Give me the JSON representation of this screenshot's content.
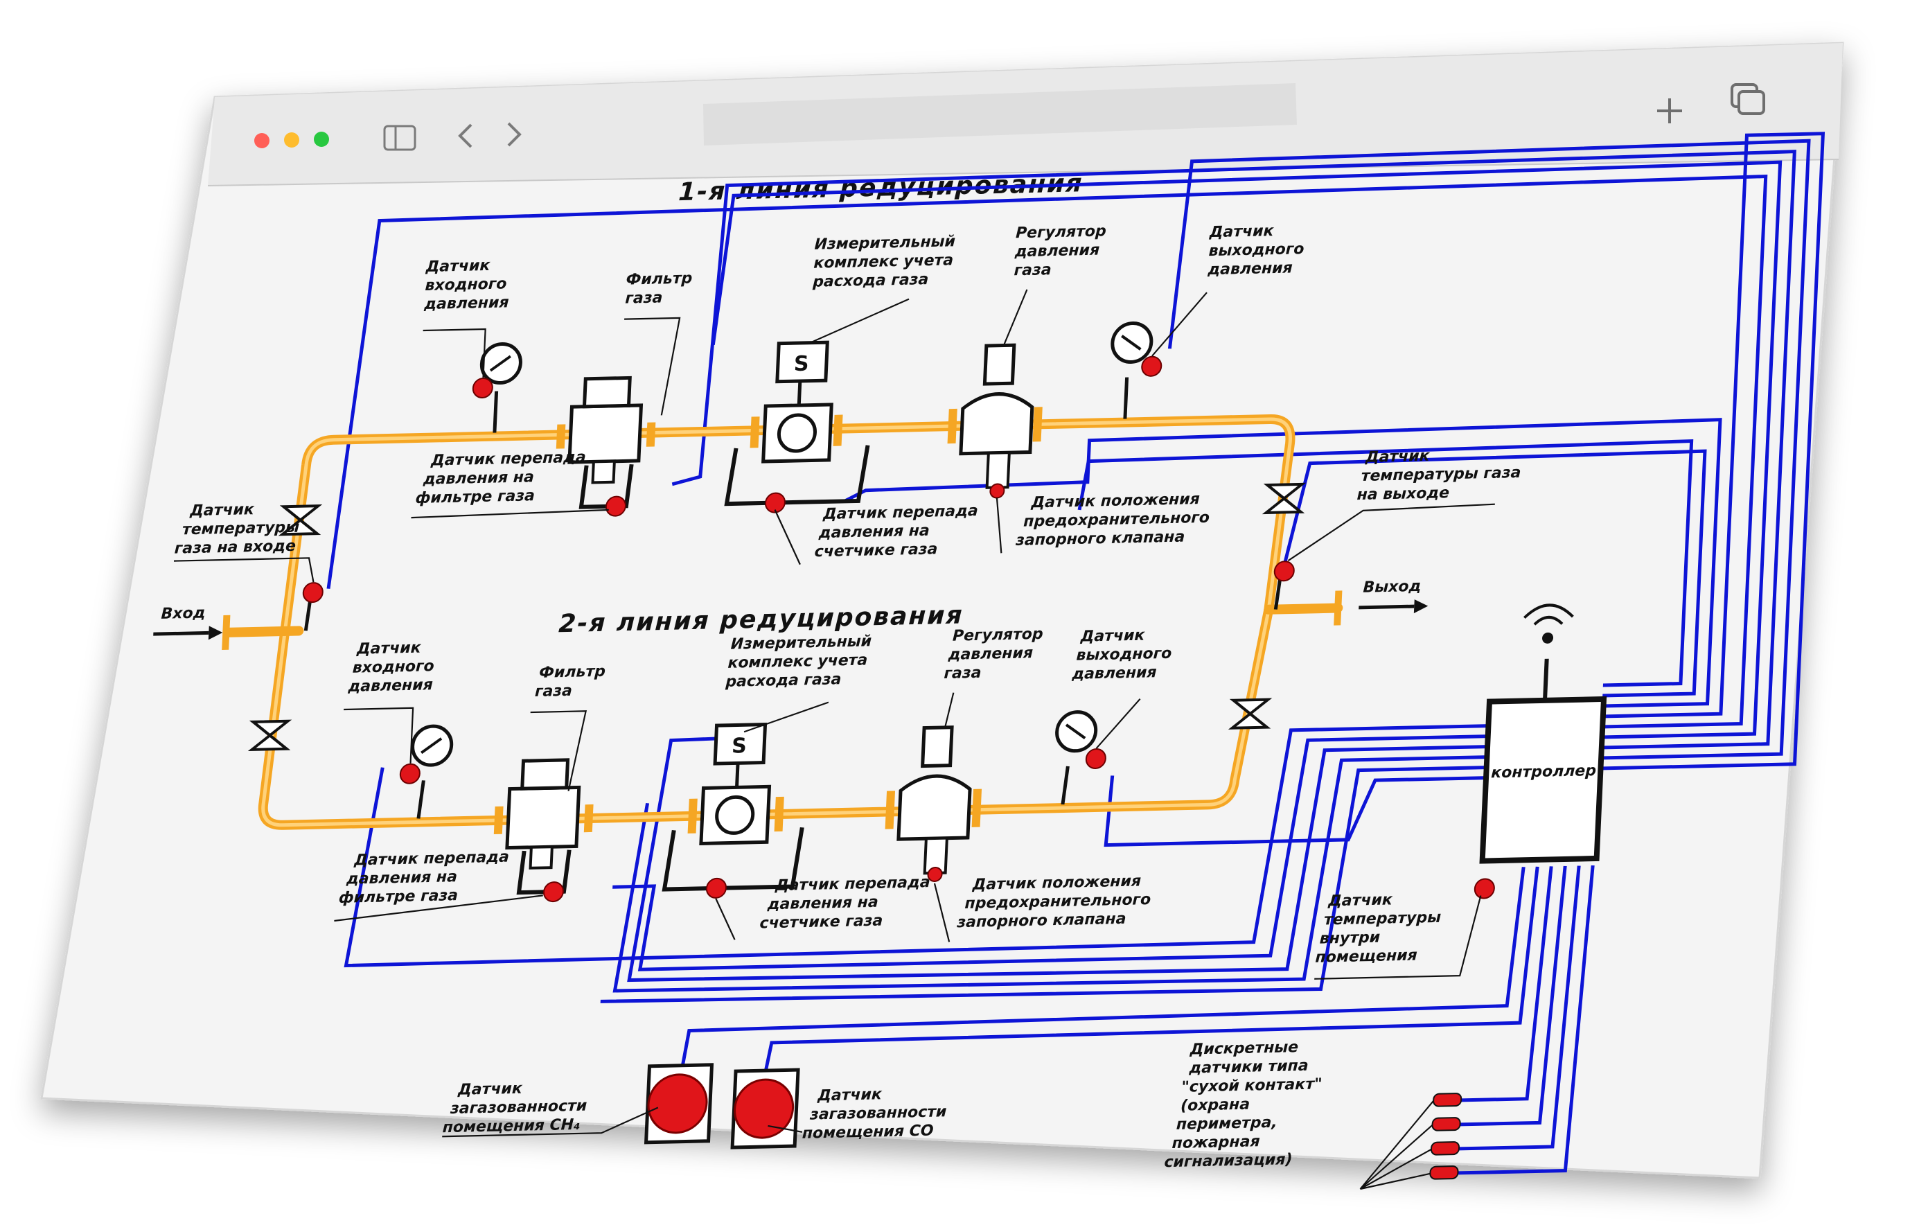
{
  "browser": {
    "window_controls": [
      "close",
      "minimize",
      "zoom"
    ],
    "address_placeholder": "",
    "colors": {
      "close": "#ff5f57",
      "minimize": "#febc2e",
      "zoom": "#28c840"
    }
  },
  "diagram": {
    "line1_title": "1-я линия редуцирования",
    "line2_title": "2-я линия редуцирования",
    "inlet": "Вход",
    "outlet": "Выход",
    "controller": "контроллер",
    "line1": {
      "inlet_pressure": [
        "Датчик",
        "входного",
        "давления"
      ],
      "filter": [
        "Фильтр",
        "газа"
      ],
      "meter": [
        "Измерительный",
        "комплекс учета",
        "расхода газа"
      ],
      "regulator": [
        "Регулятор",
        "давления",
        "газа"
      ],
      "outlet_pressure": [
        "Датчик",
        "выходного",
        "давления"
      ],
      "filter_dp": [
        "Датчик перепада",
        "давления на",
        "фильтре газа"
      ],
      "meter_dp": [
        "Датчик перепада",
        "давления на",
        "счетчике газа"
      ],
      "valve_pos": [
        "Датчик положения",
        "предохранительного",
        "запорного клапана"
      ]
    },
    "line2": {
      "inlet_pressure": [
        "Датчик",
        "входного",
        "давления"
      ],
      "filter": [
        "Фильтр",
        "газа"
      ],
      "meter": [
        "Измерительный",
        "комплекс учета",
        "расхода газа"
      ],
      "regulator": [
        "Регулятор",
        "давления",
        "газа"
      ],
      "outlet_pressure": [
        "Датчик",
        "выходного",
        "давления"
      ],
      "filter_dp": [
        "Датчик перепада",
        "давления на",
        "фильтре газа"
      ],
      "meter_dp": [
        "Датчик перепада",
        "давления на",
        "счетчике газа"
      ],
      "valve_pos": [
        "Датчик положения",
        "предохранительного",
        "запорного клапана"
      ]
    },
    "inlet_temp": [
      "Датчик",
      "температуры",
      "газа на входе"
    ],
    "outlet_temp": [
      "Датчик",
      "температуры газа",
      "на выходе"
    ],
    "room_temp": [
      "Датчик",
      "температуры",
      "внутри",
      "помещения"
    ],
    "ch4": [
      "Датчик",
      "загазованности",
      "помещения CH₄"
    ],
    "co": [
      "Датчик",
      "загазованности",
      "помещения CO"
    ],
    "dry_contact": [
      "Дискретные",
      "датчики типа",
      "\"сухой контакт\"",
      "(охрана",
      "периметра,",
      "пожарная",
      "сигнализация)"
    ],
    "colors": {
      "gas_pipe": "#f5a623",
      "signal_wire": "#0d14d6",
      "sensor": "#e0151a"
    }
  }
}
